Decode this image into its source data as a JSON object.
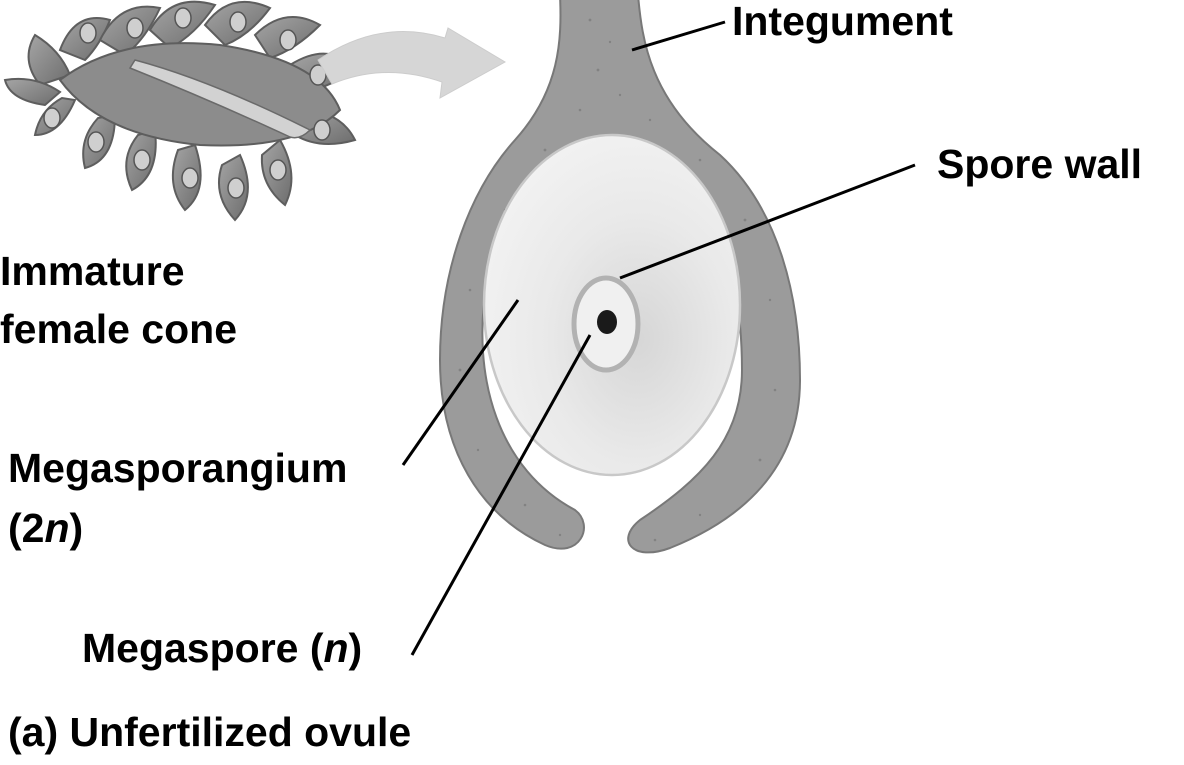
{
  "figure": {
    "caption": "(a) Unfertilized ovule",
    "colors": {
      "integument": "#9b9b9b",
      "megasporangium": "#ececec",
      "spore_wall": "#b2b2b2",
      "megaspore": "#1a1a1a",
      "arrow": "#d6d6d6",
      "cone": "#8a8a8a",
      "label_text": "#000000",
      "leader_line": "#000000"
    }
  },
  "labels": {
    "integument": "Integument",
    "spore_wall": "Spore wall",
    "cone_line1": "Immature",
    "cone_line2": "female cone",
    "megasporangium_line1": "Megasporangium",
    "megasporangium_line2_pre": "(2",
    "megasporangium_line2_ital": "n",
    "megasporangium_line2_post": ")",
    "megaspore_pre": "Megaspore (",
    "megaspore_ital": "n",
    "megaspore_post": ")"
  },
  "icons": [
    "female-cone-icon",
    "curved-arrow-icon"
  ]
}
